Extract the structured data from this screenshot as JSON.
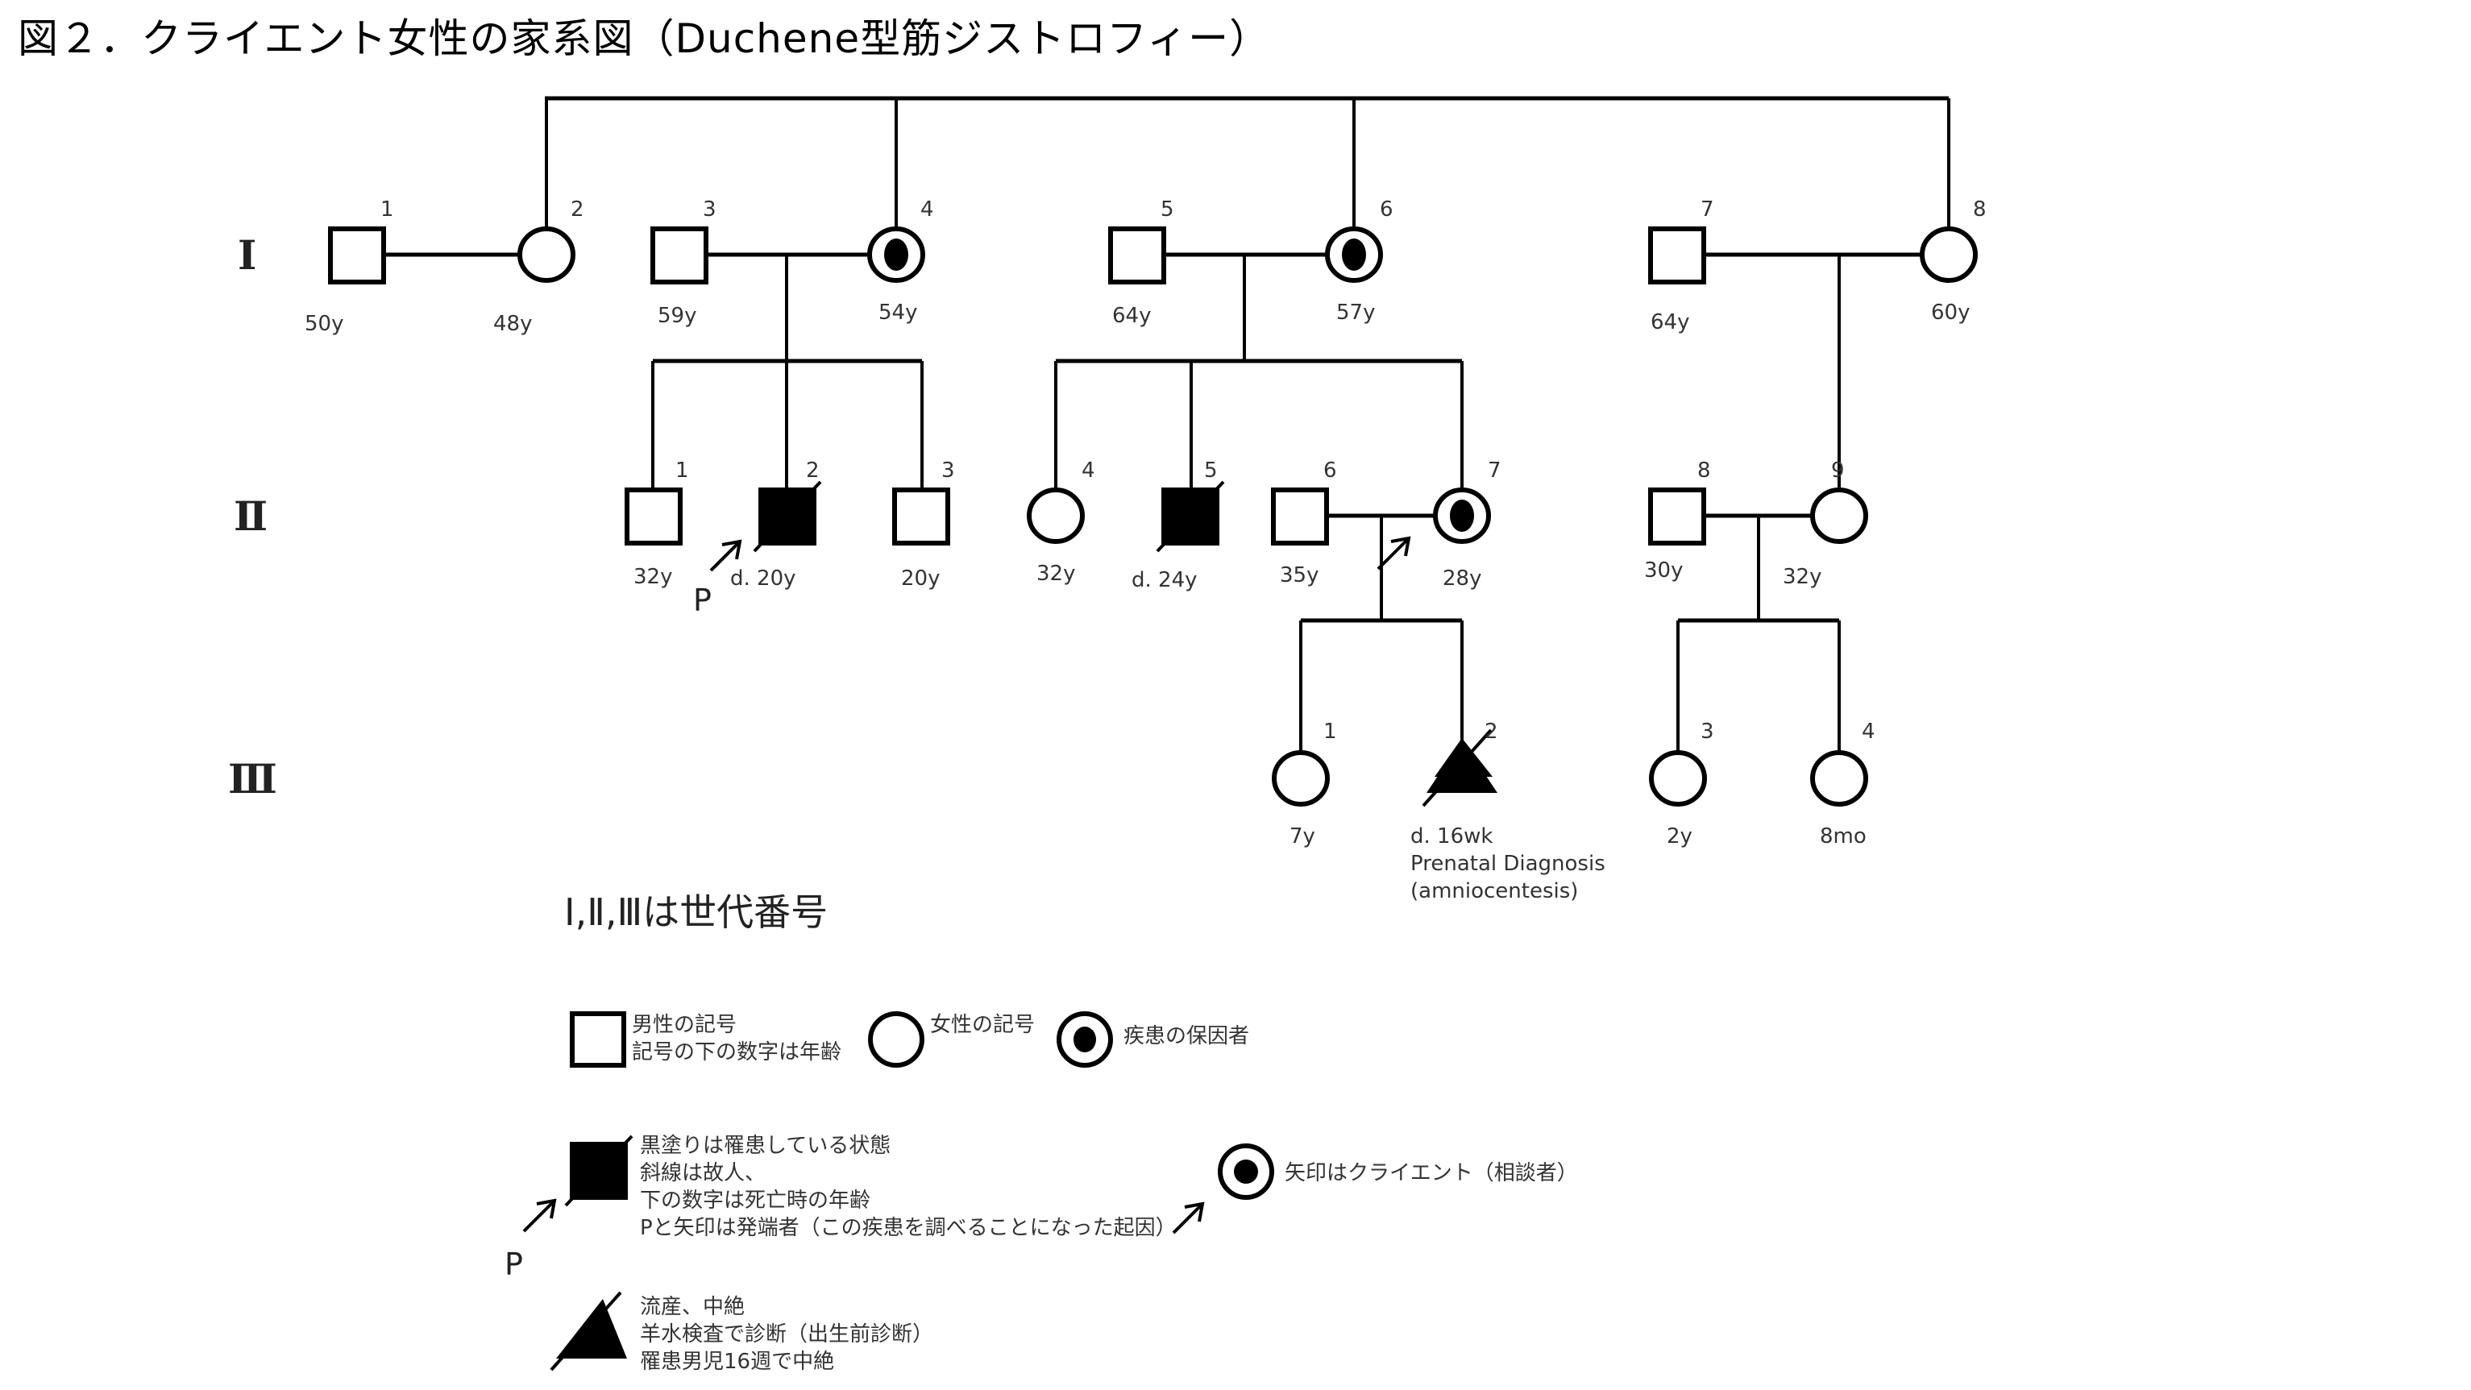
{
  "title": "図２．クライエント女性の家系図（Duchene型筋ジストロフィー）",
  "generations": [
    "Ⅰ",
    "Ⅱ",
    "Ⅲ"
  ],
  "individuals": {
    "I": [
      {
        "id": "1",
        "sex": "male",
        "status": "unaffected",
        "age": "50y"
      },
      {
        "id": "2",
        "sex": "female",
        "status": "unaffected",
        "age": "48y"
      },
      {
        "id": "3",
        "sex": "male",
        "status": "unaffected",
        "age": "59y"
      },
      {
        "id": "4",
        "sex": "female",
        "status": "carrier",
        "age": "54y"
      },
      {
        "id": "5",
        "sex": "male",
        "status": "unaffected",
        "age": "64y"
      },
      {
        "id": "6",
        "sex": "female",
        "status": "carrier",
        "age": "57y"
      },
      {
        "id": "7",
        "sex": "male",
        "status": "unaffected",
        "age": "64y"
      },
      {
        "id": "8",
        "sex": "female",
        "status": "unaffected",
        "age": "60y"
      }
    ],
    "II": [
      {
        "id": "1",
        "sex": "male",
        "status": "unaffected",
        "age": "32y"
      },
      {
        "id": "2",
        "sex": "male",
        "status": "affected-deceased",
        "age": "d. 20y",
        "proband": true
      },
      {
        "id": "3",
        "sex": "male",
        "status": "unaffected",
        "age": "20y"
      },
      {
        "id": "4",
        "sex": "female",
        "status": "unaffected",
        "age": "32y"
      },
      {
        "id": "5",
        "sex": "male",
        "status": "affected-deceased",
        "age": "d. 24y"
      },
      {
        "id": "6",
        "sex": "male",
        "status": "unaffected",
        "age": "35y"
      },
      {
        "id": "7",
        "sex": "female",
        "status": "carrier",
        "age": "28y",
        "client": true
      },
      {
        "id": "8",
        "sex": "male",
        "status": "unaffected",
        "age": "30y"
      },
      {
        "id": "9",
        "sex": "female",
        "status": "unaffected",
        "age": "32y"
      }
    ],
    "III": [
      {
        "id": "1",
        "sex": "female",
        "status": "unaffected",
        "age": "7y"
      },
      {
        "id": "2",
        "sex": "pregnancy-loss",
        "status": "affected-terminated",
        "age": "d. 16wk",
        "note1": "Prenatal Diagnosis",
        "note2": "(amniocentesis)"
      },
      {
        "id": "3",
        "sex": "female",
        "status": "unaffected",
        "age": "2y"
      },
      {
        "id": "4",
        "sex": "female",
        "status": "unaffected",
        "age": "8mo"
      }
    ]
  },
  "proband_label": "P",
  "legend": {
    "generation_note": "Ⅰ,Ⅱ,Ⅲは世代番号",
    "male_line1": "男性の記号",
    "male_line2": "記号の下の数字は年齢",
    "female": "女性の記号",
    "carrier": "疾患の保因者",
    "affected_line1": "黒塗りは罹患している状態",
    "affected_line2": "斜線は故人、",
    "affected_line3": "下の数字は死亡時の年齢",
    "affected_line4": "Pと矢印は発端者（この疾患を調べることになった起因）",
    "client": "矢印はクライエント（相談者）",
    "loss_line1": "流産、中絶",
    "loss_line2": "羊水検査で診断（出生前診断）",
    "loss_line3": "罹患男児16週で中絶",
    "proband_label": "P"
  }
}
